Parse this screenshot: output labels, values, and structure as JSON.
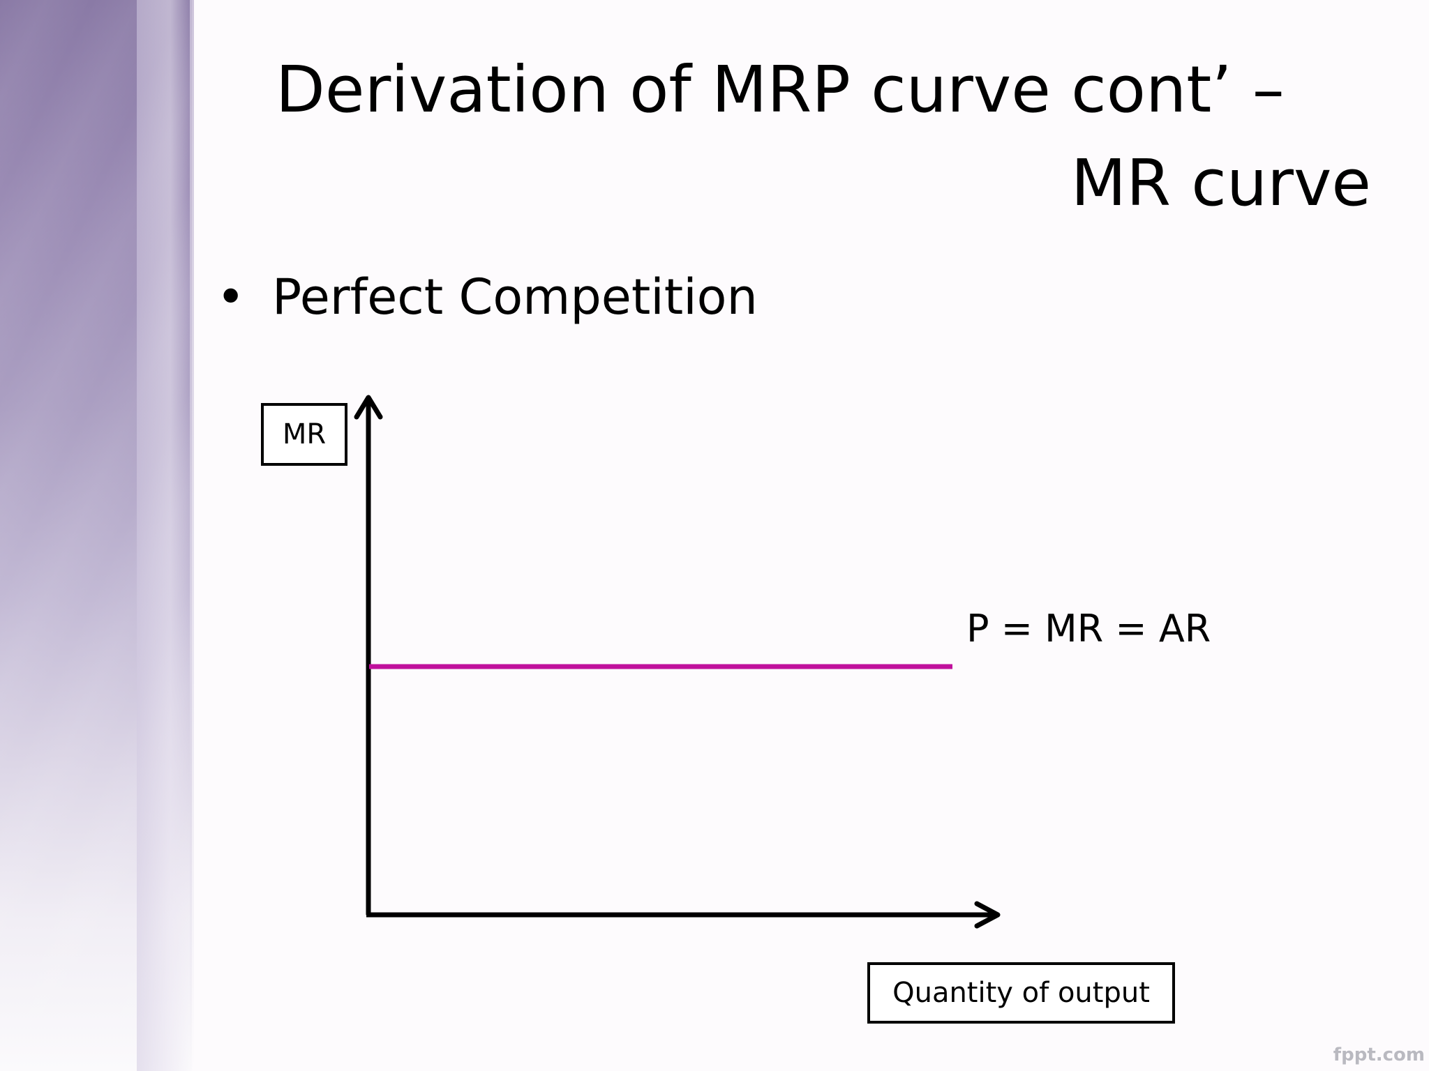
{
  "slide": {
    "title_line1": "Derivation of MRP curve cont’ –",
    "title_line2": "MR curve",
    "bullet_symbol": "•",
    "bullet_text": "Perfect Competition"
  },
  "diagram": {
    "y_axis_label": "MR",
    "x_axis_label": "Quantity of output",
    "curve_label": "P = MR = AR",
    "curve_color": "#c0109c",
    "axis_color": "#000000"
  },
  "watermark": "fppt.com"
}
